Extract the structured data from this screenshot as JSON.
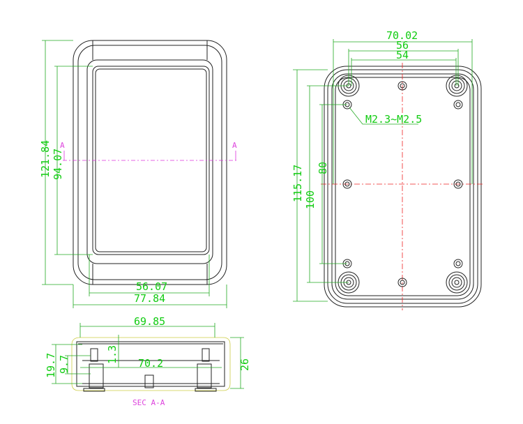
{
  "front_view": {
    "dims": {
      "height_outer": "121.84",
      "height_inner": "94.07",
      "width_inner": "56.07",
      "width_outer": "77.84"
    },
    "section_marker_left": "A",
    "section_marker_right": "A"
  },
  "back_view": {
    "dims": {
      "width_outer": "70.02",
      "hole_span_wide": "56",
      "hole_span_narrow": "54",
      "height_outer": "115.17",
      "hole_span_tall": "100",
      "hole_span_short": "80"
    },
    "screw_note": "M2.3~M2.5"
  },
  "section_view": {
    "dims": {
      "width_top": "69.85",
      "width_inner": "70.2",
      "height_total": "26",
      "height_outer": "19.7",
      "height_inner": "9.7",
      "wall": "1.3"
    },
    "title": "SEC A-A"
  },
  "colors": {
    "outline": "#222222",
    "dimension": "#22aa22",
    "centerline": "#ee2222",
    "section": "#dd33dd"
  }
}
